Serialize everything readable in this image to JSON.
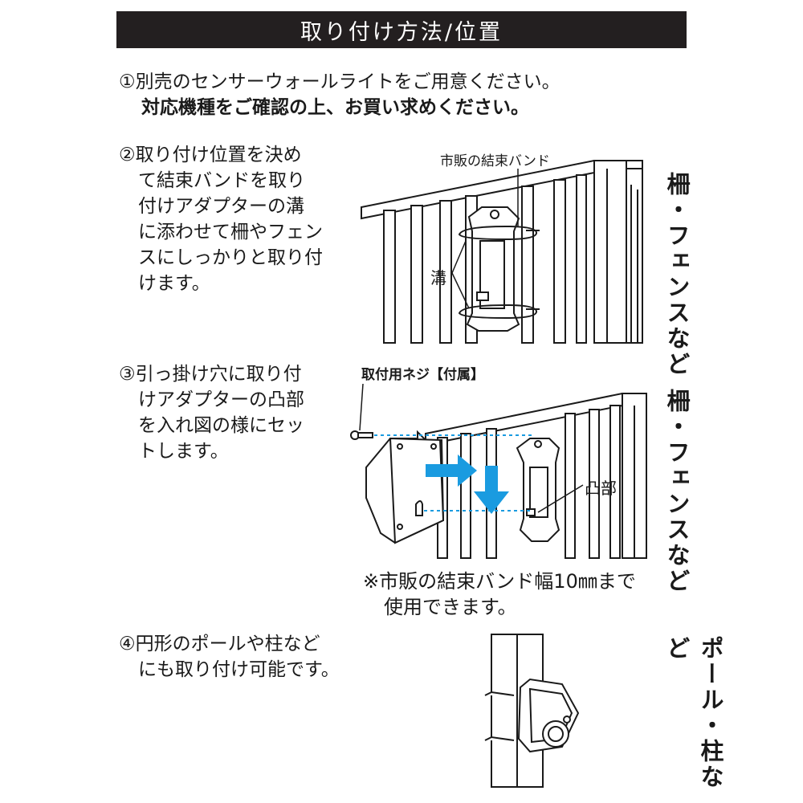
{
  "header": {
    "title": "取り付け方法/位置"
  },
  "step1": {
    "line1": "①別売のセンサーウォールライトをご用意ください。",
    "line2": "対応機種をご確認の上、お買い求めください。"
  },
  "step2": {
    "lines": [
      "②取り付け位置を決め",
      "て結束バンドを取り",
      "付けアダプターの溝",
      "に添わせて柵やフェン",
      "スにしっかりと取り付",
      "けます。"
    ],
    "label_band": "市販の結束バンド",
    "label_groove": "溝",
    "side_label": "柵・フェンスなど"
  },
  "step3": {
    "lines": [
      "③引っ掛け穴に取り付",
      "けアダプターの凸部",
      "を入れ図の様にセッ",
      "トします。"
    ],
    "label_screw": "取付用ネジ【付属】",
    "label_boss": "凸部",
    "side_label": "柵・フェンスなど",
    "note_line1": "※市販の結束バンド幅10㎜まで",
    "note_line2": "使用できます。"
  },
  "step4": {
    "lines": [
      "④円形のポールや柱など",
      "にも取り付け可能です。"
    ],
    "side_label": "ポール・柱など"
  },
  "colors": {
    "header_bg": "#231f20",
    "arrow": "#1a9be0",
    "line": "#1a1a1a"
  }
}
